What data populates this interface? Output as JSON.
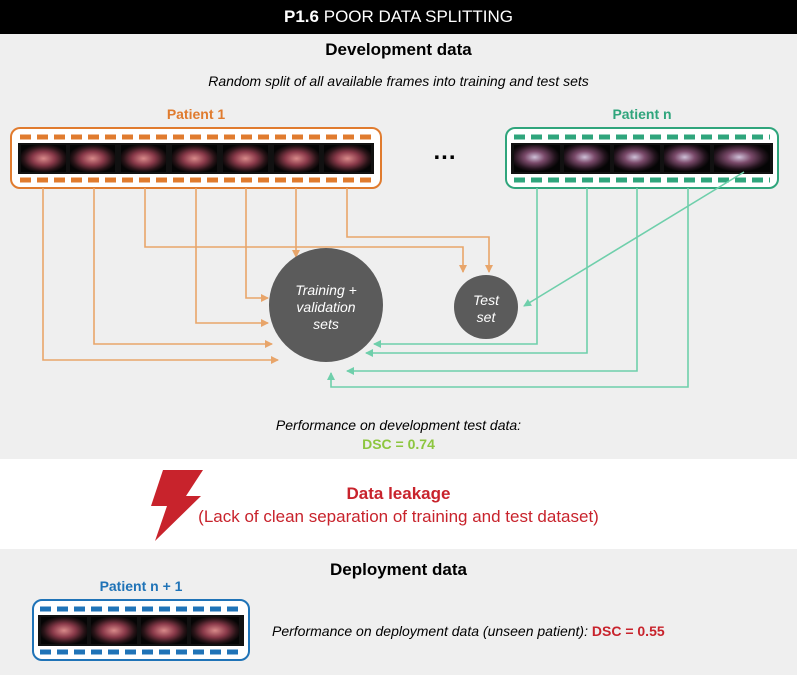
{
  "header": {
    "code": "P1.6",
    "title": "POOR DATA SPLITTING"
  },
  "development": {
    "title": "Development data",
    "subtitle": "Random split of all available frames into training and test sets",
    "patient1": "Patient 1",
    "patientn": "Patient n",
    "ellipsis": "...",
    "training": [
      "Training +",
      "validation",
      "sets"
    ],
    "test": [
      "Test",
      "set"
    ],
    "perf_label": "Performance on development test data:",
    "perf_value": "DSC = 0.74"
  },
  "leakage": {
    "title": "Data leakage",
    "subtitle": "(Lack of clean separation of training and test dataset)"
  },
  "deployment": {
    "title": "Deployment data",
    "patient": "Patient n + 1",
    "perf_label": "Performance on deployment data (unseen patient):",
    "perf_value": "DSC = 0.55"
  },
  "colors": {
    "orange": "#e07b2e",
    "orange_arrow": "#e8a56a",
    "green": "#2fa57c",
    "green_arrow": "#6fcfab",
    "blue": "#1f73b7",
    "circle": "#5b5b5b",
    "dsc_good": "#8dc63f",
    "dsc_bad": "#c8232c",
    "leak": "#c8232c"
  },
  "icons": [
    "lightning-bolt-icon"
  ]
}
